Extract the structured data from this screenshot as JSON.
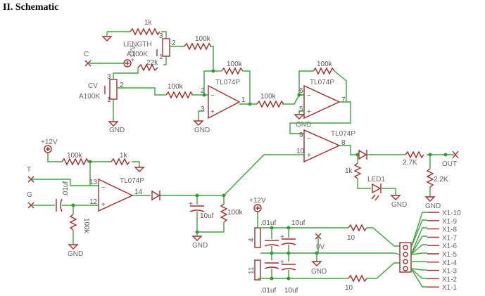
{
  "heading": "II. Schematic",
  "pot_length": {
    "name": "LENGTH",
    "value": "A100K",
    "pins": [
      "1",
      "2",
      "3"
    ],
    "top_resistor": "1k"
  },
  "pot_cv": {
    "name": "CV",
    "value": "A100K",
    "pins": [
      "1",
      "2",
      "3"
    ]
  },
  "inputs": {
    "c": "C",
    "t": "T",
    "g": "G"
  },
  "resistors": {
    "r_len_out": "100k",
    "r_22k": "22k",
    "r_cv_in": "100k",
    "r_fb1": "100k",
    "r_stage2_in": "100k",
    "r_fb2": "100k",
    "r_t_in": "100k",
    "r_t_1k": "1k",
    "r_g": "100k",
    "r_cap_load": "100k",
    "r_led": "1k",
    "r_out": "2.7K",
    "r_out_gnd": "2.2K",
    "r_x1_a": "10",
    "r_x1_b": "10"
  },
  "power": {
    "v12": "+12V",
    "v12_b": "+12V",
    "v12_c": "+12V",
    "v0": "0V",
    "gnd": "GND"
  },
  "opamps": {
    "a": "TL074P",
    "b": "TL074P",
    "c": "TL074P",
    "d": "TL074P"
  },
  "pins": {
    "u_a": [
      "2",
      "3",
      "1"
    ],
    "u_b": [
      "6",
      "5",
      "7"
    ],
    "u_c": [
      "9",
      "10",
      "8"
    ],
    "u_d": [
      "13",
      "12",
      "14"
    ],
    "supply": [
      "4",
      "11"
    ]
  },
  "caps": {
    "c_g": ".01uf",
    "c_10uf": "10uf",
    "c_pair1a": ".01uf",
    "c_pair1b": "10uf",
    "c_pair2a": ".01uf",
    "c_pair2b": "10uf"
  },
  "led": "LED1",
  "output": "OUT",
  "connector_labels": [
    "X1-10",
    "X1-9",
    "X1-8",
    "X1-7",
    "X1-6",
    "X1-5",
    "X1-4",
    "X1-3",
    "X1-2",
    "X1-1"
  ]
}
